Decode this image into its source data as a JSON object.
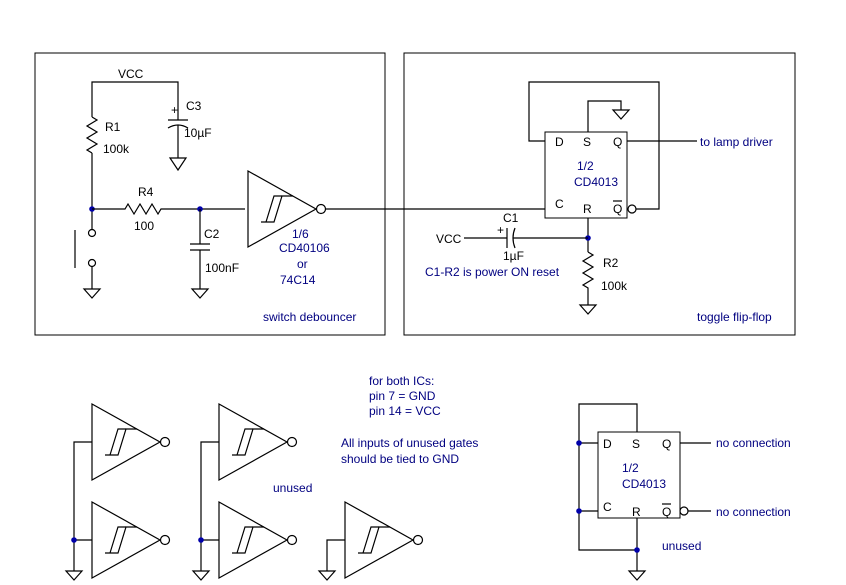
{
  "debouncer": {
    "vcc": "VCC",
    "r1": "R1",
    "r1_val": "100k",
    "c3": "C3",
    "c3_val": "10µF",
    "c3_plus": "+",
    "r4": "R4",
    "r4_val": "100",
    "c2": "C2",
    "c2_val": "100nF",
    "ic_frac": "1/6",
    "ic_name": "CD40106",
    "ic_or": "or",
    "ic_alt": "74C14",
    "title": "switch debouncer"
  },
  "flipflop": {
    "pin_d": "D",
    "pin_s": "S",
    "pin_q": "Q",
    "pin_c": "C",
    "pin_r": "R",
    "pin_qbar": "Q",
    "ic_frac": "1/2",
    "ic_name": "CD4013",
    "output": "to lamp driver",
    "vcc": "VCC",
    "c1": "C1",
    "c1_val": "1µF",
    "c1_plus": "+",
    "r2": "R2",
    "r2_val": "100k",
    "reset_note": "C1-R2 is power ON reset",
    "title": "toggle flip-flop"
  },
  "notes": {
    "ic_header": "for both ICs:",
    "pin7": "pin 7 = GND",
    "pin14": "pin 14 = VCC",
    "unused_line1": "All inputs of unused gates",
    "unused_line2": "should be tied to GND",
    "unused_gates": "unused"
  },
  "unused_ff": {
    "pin_d": "D",
    "pin_s": "S",
    "pin_q": "Q",
    "pin_c": "C",
    "pin_r": "R",
    "pin_qbar": "Q",
    "ic_frac": "1/2",
    "ic_name": "CD4013",
    "q_nc": "no connection",
    "qbar_nc": "no connection",
    "label": "unused"
  }
}
